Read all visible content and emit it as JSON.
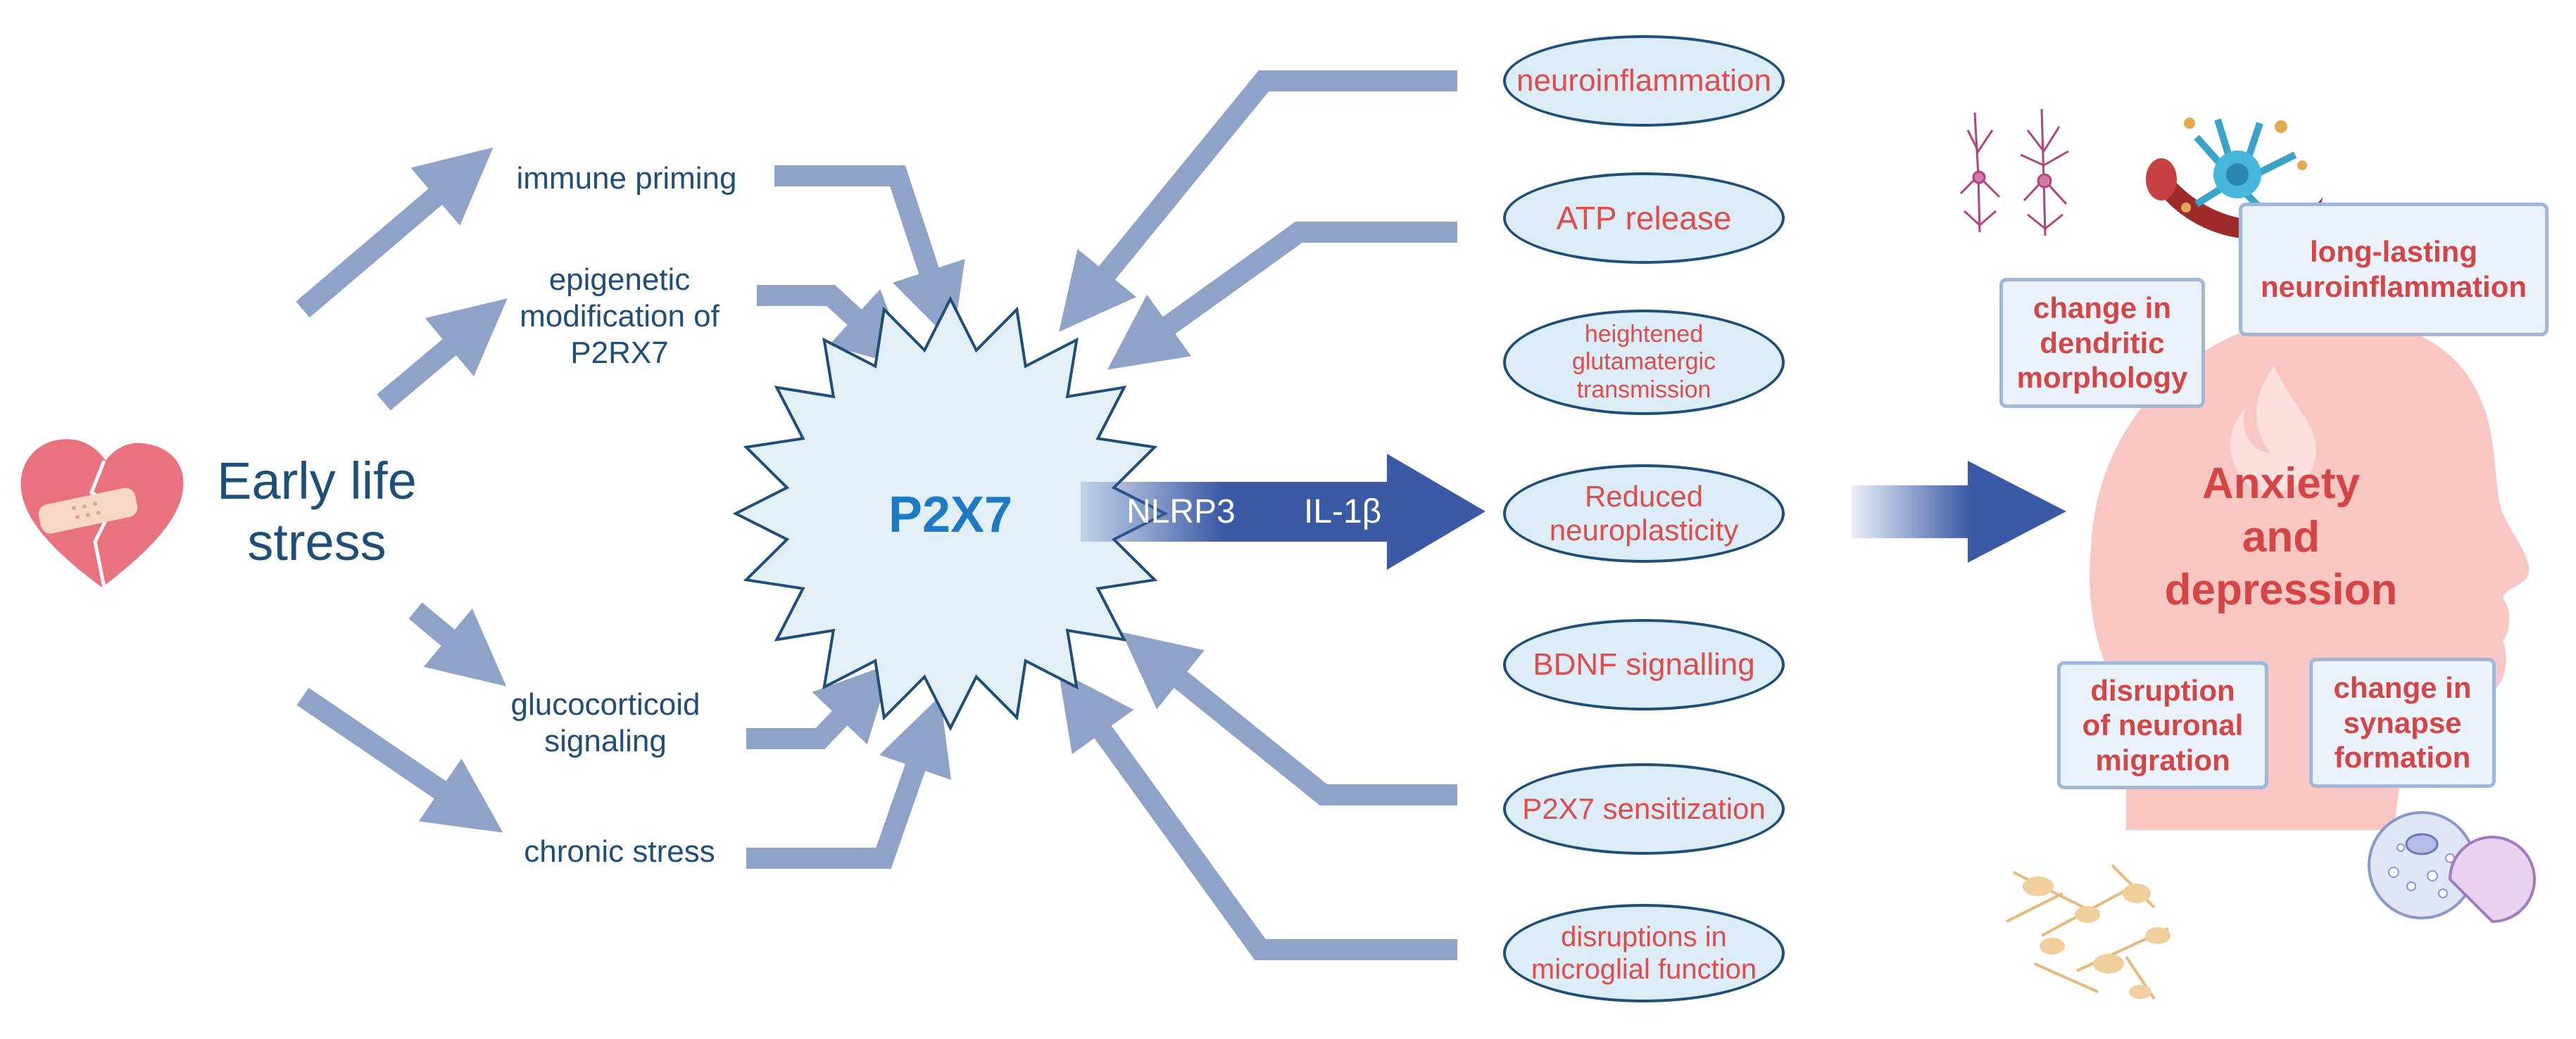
{
  "colors": {
    "arrow": "#8fa3c8",
    "dark_arrow": "#3a5aa6",
    "text_blue": "#1f4e79",
    "p2x7_blue": "#1f7ac4",
    "mechanism_fill": "#dcedf8",
    "mechanism_text": "#e04b4b",
    "outcome_text": "#d64545",
    "head_fill": "#f8c6c3"
  },
  "source": {
    "label_line1": "Early life",
    "label_line2": "stress",
    "icon": "broken-heart-icon"
  },
  "stressors": {
    "immune_priming": "immune priming",
    "epigenetic_line1": "epigenetic",
    "epigenetic_line2": "modification of",
    "epigenetic_line3": "P2RX7",
    "glucocorticoid_line1": "glucocorticoid",
    "glucocorticoid_line2": "signaling",
    "chronic_stress": "chronic stress"
  },
  "hub": {
    "label": "P2X7"
  },
  "pathway": {
    "nlrp3": "NLRP3",
    "il1b": "IL-1β"
  },
  "mechanisms": {
    "neuroinflammation": "neuroinflammation",
    "atp_release": "ATP release",
    "glutamatergic_line1": "heightened",
    "glutamatergic_line2": "glutamatergic",
    "glutamatergic_line3": "transmission",
    "neuroplasticity_line1": "Reduced",
    "neuroplasticity_line2": "neuroplasticity",
    "bdnf": "BDNF signalling",
    "sensitization": "P2X7 sensitization",
    "microglia_line1": "disruptions in",
    "microglia_line2": "microglial function"
  },
  "outcomes": {
    "head_line1": "Anxiety",
    "head_line2": "and",
    "head_line3": "depression",
    "dendritic_line1": "change in",
    "dendritic_line2": "dendritic",
    "dendritic_line3": "morphology",
    "neuroinflammation_line1": "long-lasting",
    "neuroinflammation_line2": "neuroinflammation",
    "migration_line1": "disruption",
    "migration_line2": "of neuronal",
    "migration_line3": "migration",
    "synapse_line1": "change in",
    "synapse_line2": "synapse",
    "synapse_line3": "formation"
  },
  "illustrations": {
    "neurons": "neuron-cells-icon",
    "microglia": "microglia-blood-vessel-icon",
    "cultured_cells": "cultured-cells-icon",
    "synapse_cell": "vesicle-cell-icon",
    "head": "head-profile-icon"
  }
}
